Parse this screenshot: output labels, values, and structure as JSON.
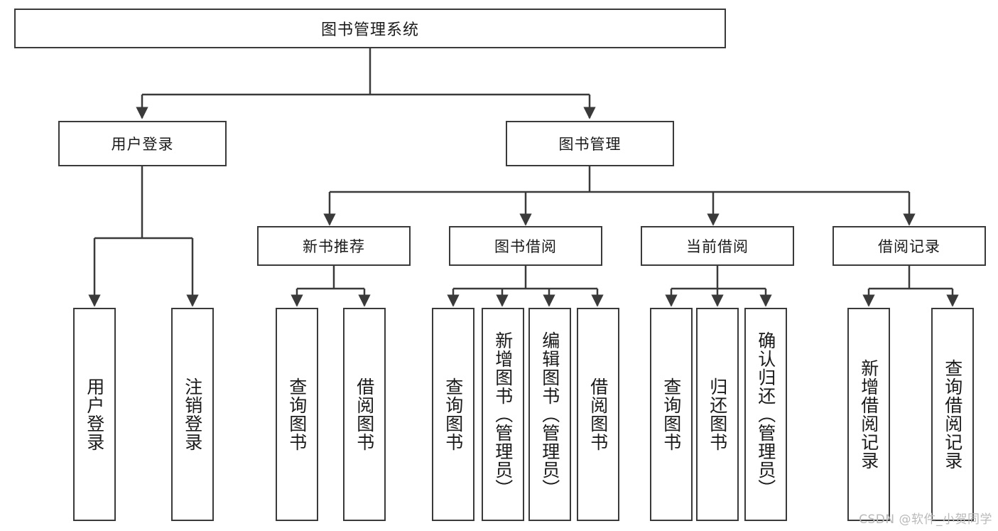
{
  "diagram": {
    "title": "图书管理系统",
    "type": "tree",
    "watermark": "CSDN @软件_小贺同学",
    "colors": {
      "box_border": "#3a3a3a",
      "box_fill": "#ffffff",
      "edge": "#3a3a3a",
      "text": "#1a1a1a",
      "watermark": "#b9b9b9",
      "background": "#ffffff"
    },
    "levels": {
      "root": [
        "图书管理系统"
      ],
      "level2": [
        "用户登录",
        "图书管理"
      ],
      "level3": [
        "新书推荐",
        "图书借阅",
        "当前借阅",
        "借阅记录"
      ],
      "leaves": [
        "用户登录",
        "注销登录",
        "查询图书",
        "借阅图书",
        "查询图书",
        "新增图书（管理员）",
        "编辑图书（管理员）",
        "借阅图书",
        "查询图书",
        "归还图书",
        "确认归还（管理员）",
        "新增借阅记录",
        "查询借阅记录"
      ]
    },
    "nodes": {
      "root": {
        "label": "图书管理系统"
      },
      "user_login": {
        "label": "用户登录"
      },
      "book_manage": {
        "label": "图书管理"
      },
      "new_book_rec": {
        "label": "新书推荐"
      },
      "book_borrow": {
        "label": "图书借阅"
      },
      "current_borrow": {
        "label": "当前借阅"
      },
      "borrow_record": {
        "label": "借阅记录"
      },
      "leaf_user_login": {
        "label": "用户登录"
      },
      "leaf_logout": {
        "label": "注销登录"
      },
      "leaf_query_book_1": {
        "label": "查询图书"
      },
      "leaf_borrow_book_1": {
        "label": "借阅图书"
      },
      "leaf_query_book_2": {
        "label": "查询图书"
      },
      "leaf_add_book": {
        "label": "新增图书（管理员）"
      },
      "leaf_edit_book": {
        "label": "编辑图书（管理员）"
      },
      "leaf_borrow_book_2": {
        "label": "借阅图书"
      },
      "leaf_query_book_3": {
        "label": "查询图书"
      },
      "leaf_return_book": {
        "label": "归还图书"
      },
      "leaf_confirm_return": {
        "label": "确认归还（管理员）"
      },
      "leaf_add_record": {
        "label": "新增借阅记录"
      },
      "leaf_query_record": {
        "label": "查询借阅记录"
      }
    },
    "edges": [
      {
        "from": "root",
        "to": "user_login"
      },
      {
        "from": "root",
        "to": "book_manage"
      },
      {
        "from": "user_login",
        "to": "leaf_user_login"
      },
      {
        "from": "user_login",
        "to": "leaf_logout"
      },
      {
        "from": "book_manage",
        "to": "new_book_rec"
      },
      {
        "from": "book_manage",
        "to": "book_borrow"
      },
      {
        "from": "book_manage",
        "to": "current_borrow"
      },
      {
        "from": "book_manage",
        "to": "borrow_record"
      },
      {
        "from": "new_book_rec",
        "to": "leaf_query_book_1"
      },
      {
        "from": "new_book_rec",
        "to": "leaf_borrow_book_1"
      },
      {
        "from": "book_borrow",
        "to": "leaf_query_book_2"
      },
      {
        "from": "book_borrow",
        "to": "leaf_add_book"
      },
      {
        "from": "book_borrow",
        "to": "leaf_edit_book"
      },
      {
        "from": "book_borrow",
        "to": "leaf_borrow_book_2"
      },
      {
        "from": "current_borrow",
        "to": "leaf_query_book_3"
      },
      {
        "from": "current_borrow",
        "to": "leaf_return_book"
      },
      {
        "from": "current_borrow",
        "to": "leaf_confirm_return"
      },
      {
        "from": "borrow_record",
        "to": "leaf_add_record"
      },
      {
        "from": "borrow_record",
        "to": "leaf_query_record"
      }
    ]
  }
}
